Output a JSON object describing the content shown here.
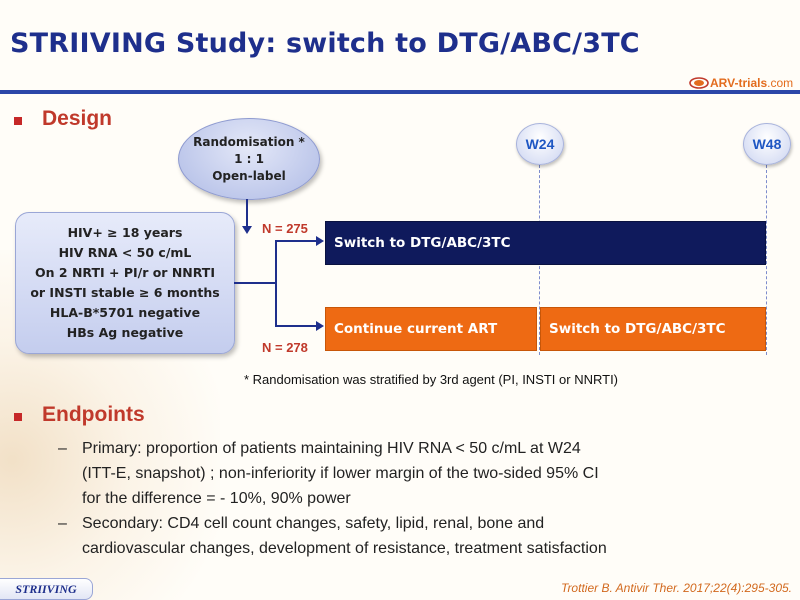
{
  "title": "STRIIVING Study: switch to DTG/ABC/3TC",
  "logo": {
    "text": "ARV-trials",
    "suffix": ".com"
  },
  "design": {
    "heading": "Design",
    "randomisation": [
      "Randomisation *",
      "1 : 1",
      "Open-label"
    ],
    "criteria": [
      "HIV+ ≥ 18 years",
      "HIV RNA < 50 c/mL",
      "On 2 NRTI + PI/r or NNRTI",
      "or INSTI stable ≥ 6 months",
      "HLA-B*5701 negative",
      "HBs Ag negative"
    ],
    "arms": [
      {
        "n": "N = 275",
        "label": "Switch to DTG/ABC/3TC",
        "color": "#0f1a5c"
      },
      {
        "n": "N = 278",
        "label": "Continue current ART",
        "label_after_w24": "Switch to DTG/ABC/3TC",
        "color": "#ee6a13"
      }
    ],
    "weeks": [
      "W24",
      "W48"
    ],
    "footnote": "* Randomisation was stratified by 3rd agent (PI, INSTI or NNRTI)"
  },
  "endpoints": {
    "heading": "Endpoints",
    "primary": [
      "Primary: proportion of patients maintaining HIV RNA < 50 c/mL at W24",
      "(ITT-E, snapshot) ; non-inferiority if lower margin of the two-sided 95% CI",
      "for the difference = - 10%, 90% power"
    ],
    "secondary": [
      "Secondary: CD4 cell count changes, safety, lipid, renal, bone and",
      "cardiovascular changes, development of resistance, treatment satisfaction"
    ]
  },
  "footer": {
    "tag": "STRIIVING",
    "citation": "Trottier B. Antivir Ther. 2017;22(4):295-305."
  },
  "colors": {
    "title": "#1e2f8c",
    "heading": "#c0392b",
    "navy_arm": "#0f1a5c",
    "orange_arm": "#ee6a13",
    "week_text": "#1f57c3"
  },
  "icons": {
    "bullet": "square-bullet-icon",
    "logo": "arv-trials-logo-icon"
  }
}
